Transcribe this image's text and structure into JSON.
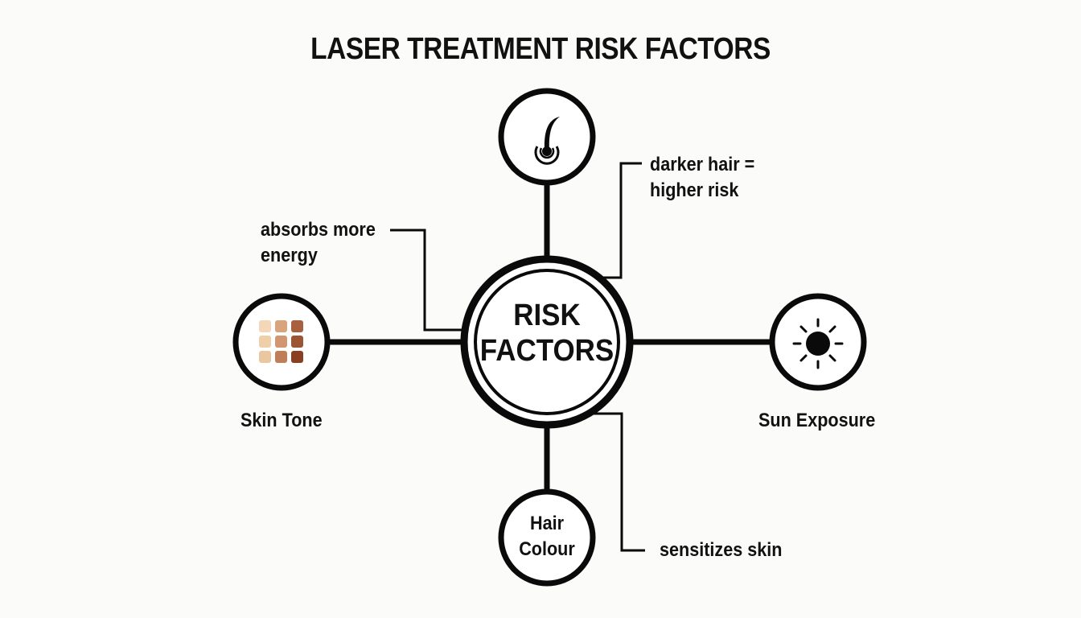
{
  "title": "LASER TREATMENT RISK FACTORS",
  "center": {
    "line1": "RISK",
    "line2": "FACTORS"
  },
  "nodes": {
    "top": {
      "icon": "hair-follicle-icon"
    },
    "left": {
      "icon": "skin-tone-palette-icon",
      "label": "Skin Tone"
    },
    "right": {
      "icon": "sun-icon",
      "label": "Sun Exposure"
    },
    "bottom": {
      "line1": "Hair",
      "line2": "Colour"
    }
  },
  "callouts": {
    "skin_tone": {
      "line1": "absorbs more",
      "line2": "energy"
    },
    "hair_colour": {
      "line1": "darker hair =",
      "line2": "higher risk"
    },
    "sun_exposure": {
      "line1": "sensitizes skin"
    }
  },
  "colors": {
    "stroke": "#0a0a0a",
    "background": "#fbfbfa",
    "skin_swatches": [
      "#f3d7b8",
      "#d9a47c",
      "#a8603e",
      "#efcfaa",
      "#d29670",
      "#9c5533",
      "#ebc7a1",
      "#bf7e55",
      "#8a3f22"
    ]
  }
}
